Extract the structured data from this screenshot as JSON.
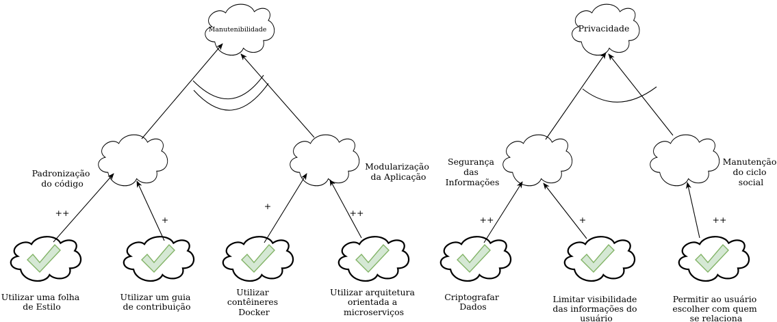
{
  "goals": {
    "manutenibilidade": "Manutenibilidade",
    "privacidade": "Privacidade"
  },
  "softgoals": {
    "padronizacao": [
      "Padronização",
      "do código"
    ],
    "modularizacao": [
      "Modularização",
      "da Aplicação"
    ],
    "seguranca": [
      "Segurança",
      "das",
      "Informações"
    ],
    "manutencao": [
      "Manutenção",
      "do ciclo",
      "social"
    ]
  },
  "tasks": {
    "folha_estilo": [
      "Utilizar uma folha",
      "de Estilo"
    ],
    "guia_contribuicao": [
      "Utilizar um guia",
      "de contribuição"
    ],
    "docker": [
      "Utilizar",
      "contêineres",
      "Docker"
    ],
    "microservicos": [
      "Utilizar arquitetura",
      "orientada a",
      "microserviços"
    ],
    "criptografar": [
      "Criptografar",
      "Dados"
    ],
    "limitar": [
      "Limitar visibilidade",
      "das informações do",
      "usuário"
    ],
    "permitir": [
      "Permitir ao usuário",
      "escolher com quem",
      "se relaciona"
    ]
  },
  "contributions": {
    "folha_estilo": "++",
    "guia_contribuicao": "+",
    "docker": "+",
    "microservicos": "++",
    "criptografar": "++",
    "limitar": "+",
    "permitir": "++"
  }
}
